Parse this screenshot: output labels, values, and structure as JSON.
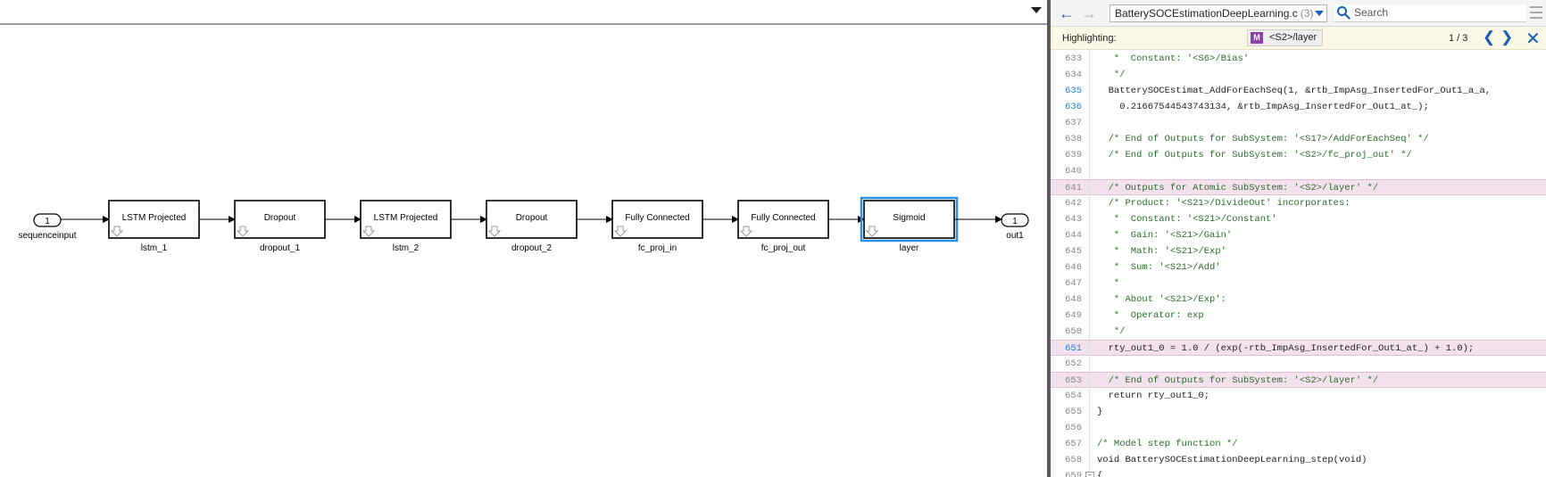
{
  "model": {
    "blocks": [
      {
        "id": "lstm_1",
        "text": "LSTM Projected",
        "label": "lstm_1"
      },
      {
        "id": "dropout_1",
        "text": "Dropout",
        "label": "dropout_1"
      },
      {
        "id": "lstm_2",
        "text": "LSTM Projected",
        "label": "lstm_2"
      },
      {
        "id": "dropout_2",
        "text": "Dropout",
        "label": "dropout_2"
      },
      {
        "id": "fc_proj_in",
        "text": "Fully Connected",
        "label": "fc_proj_in"
      },
      {
        "id": "fc_proj_out",
        "text": "Fully Connected",
        "label": "fc_proj_out"
      },
      {
        "id": "layer",
        "text": "Sigmoid",
        "label": "layer",
        "selected": true
      }
    ],
    "inport": {
      "number": "1",
      "label": "sequenceinput"
    },
    "outport": {
      "number": "1",
      "label": "out1"
    }
  },
  "code_view": {
    "filename": "BatterySOCEstimationDeepLearning.c",
    "file_count": "(3)",
    "search_placeholder": "Search",
    "highlighting_label": "Highlighting:",
    "highlight_badge": "M",
    "highlight_target": "<S2>/layer",
    "match_count": "1 / 3",
    "lines": [
      {
        "num": "633",
        "text": "   *  Constant: '<S6>/Bias'",
        "kind": "comment",
        "link": false
      },
      {
        "num": "634",
        "text": "   */",
        "kind": "comment",
        "link": false
      },
      {
        "num": "635",
        "text": "  BatterySOCEstimat_AddForEachSeq(1, &rtb_ImpAsg_InsertedFor_Out1_a_a,",
        "kind": "code",
        "link": true
      },
      {
        "num": "636",
        "text": "    0.21667544543743134, &rtb_ImpAsg_InsertedFor_Out1_at_);",
        "kind": "code",
        "link": true
      },
      {
        "num": "637",
        "text": "",
        "kind": "code",
        "link": false
      },
      {
        "num": "638",
        "text": "  /* End of Outputs for SubSystem: '<S17>/AddForEachSeq' */",
        "kind": "comment",
        "link": false
      },
      {
        "num": "639",
        "text": "  /* End of Outputs for SubSystem: '<S2>/fc_proj_out' */",
        "kind": "comment",
        "link": false
      },
      {
        "num": "640",
        "text": "",
        "kind": "code",
        "link": false
      },
      {
        "num": "641",
        "text": "  /* Outputs for Atomic SubSystem: '<S2>/layer' */",
        "kind": "comment",
        "link": false,
        "hl": true
      },
      {
        "num": "642",
        "text": "  /* Product: '<S21>/DivideOut' incorporates:",
        "kind": "comment",
        "link": false
      },
      {
        "num": "643",
        "text": "   *  Constant: '<S21>/Constant'",
        "kind": "comment",
        "link": false
      },
      {
        "num": "644",
        "text": "   *  Gain: '<S21>/Gain'",
        "kind": "comment",
        "link": false
      },
      {
        "num": "645",
        "text": "   *  Math: '<S21>/Exp'",
        "kind": "comment",
        "link": false
      },
      {
        "num": "646",
        "text": "   *  Sum: '<S21>/Add'",
        "kind": "comment",
        "link": false
      },
      {
        "num": "647",
        "text": "   *",
        "kind": "comment",
        "link": false
      },
      {
        "num": "648",
        "text": "   * About '<S21>/Exp':",
        "kind": "comment",
        "link": false
      },
      {
        "num": "649",
        "text": "   *  Operator: exp",
        "kind": "comment",
        "link": false
      },
      {
        "num": "650",
        "text": "   */",
        "kind": "comment",
        "link": false
      },
      {
        "num": "651",
        "text": "  rty_out1_0 = 1.0 / (exp(-rtb_ImpAsg_InsertedFor_Out1_at_) + 1.0);",
        "kind": "code",
        "link": true,
        "hl": true
      },
      {
        "num": "652",
        "text": "",
        "kind": "code",
        "link": false
      },
      {
        "num": "653",
        "text": "  /* End of Outputs for SubSystem: '<S2>/layer' */",
        "kind": "comment",
        "link": false,
        "hl": true
      },
      {
        "num": "654",
        "text": "  return rty_out1_0;",
        "kind": "code",
        "link": false
      },
      {
        "num": "655",
        "text": "}",
        "kind": "code",
        "link": false
      },
      {
        "num": "656",
        "text": "",
        "kind": "code",
        "link": false
      },
      {
        "num": "657",
        "text": "/* Model step function */",
        "kind": "comment",
        "link": false
      },
      {
        "num": "658",
        "text": "void BatterySOCEstimationDeepLearning_step(void)",
        "kind": "code",
        "link": false
      },
      {
        "num": "659",
        "text": "{",
        "kind": "code",
        "link": false,
        "fold": true
      }
    ]
  },
  "colors": {
    "accent": "#1a5fb4",
    "selection": "#2f8fdf",
    "highlight_line": "#f3e2ee",
    "comment": "#2a6b2a",
    "badge": "#8b3fa8"
  }
}
